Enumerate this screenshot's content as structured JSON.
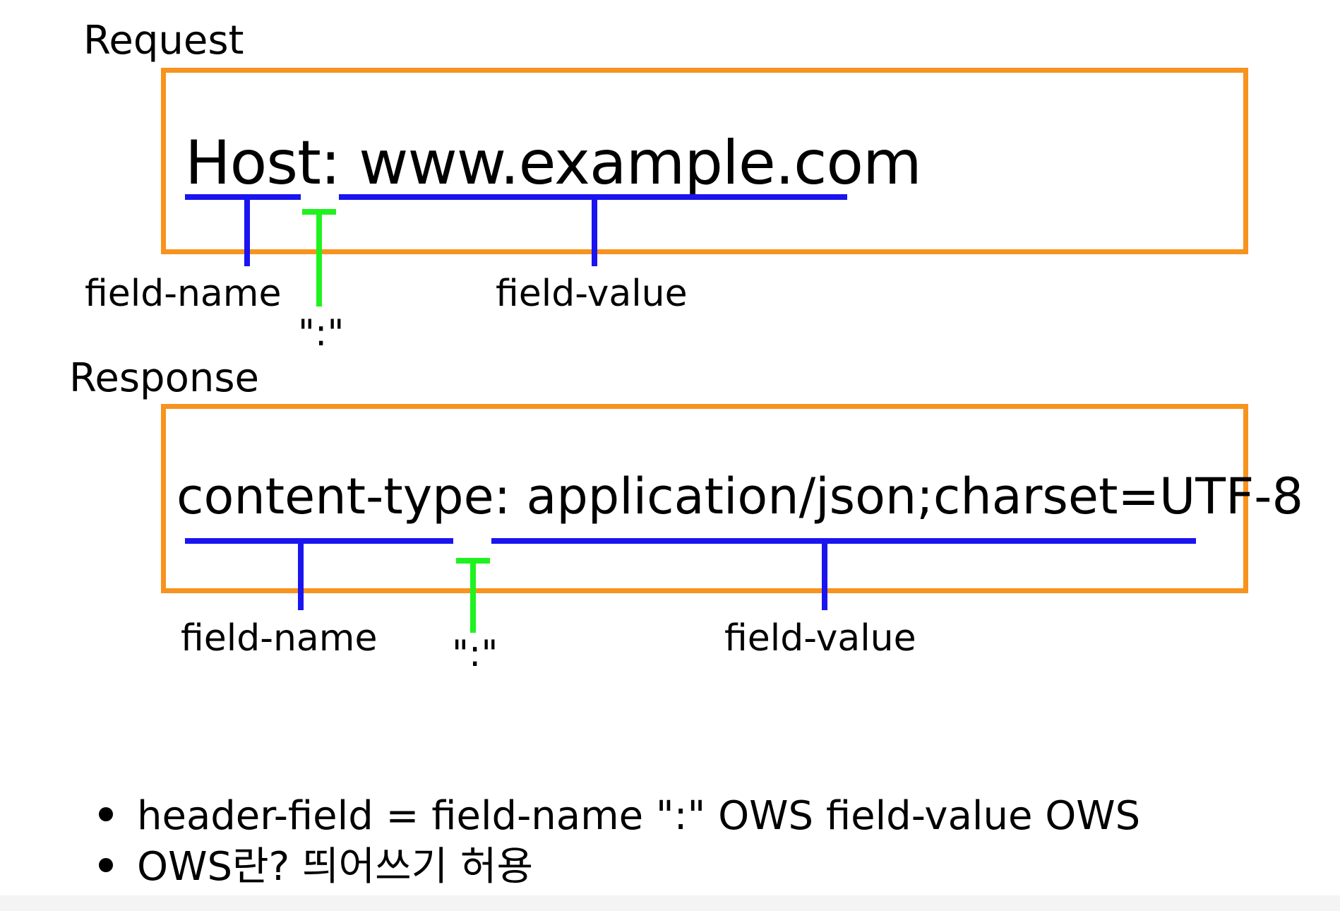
{
  "request": {
    "title": "Request",
    "header_line": "Host: www.example.com",
    "name_label": "field-name",
    "colon_label": "\":\"",
    "value_label": "field-value"
  },
  "response": {
    "title": "Response",
    "header_line": "content-type: application/json;charset=UTF-8",
    "name_label": "field-name",
    "colon_label": "\":\"",
    "value_label": "field-value"
  },
  "notes": [
    "header-field = field-name \":\" OWS field-value OWS",
    "OWS란? 띄어쓰기 허용"
  ],
  "colors": {
    "box_border": "#f7931e",
    "field_bracket": "#1a14f0",
    "colon_bracket": "#1ff21f"
  }
}
